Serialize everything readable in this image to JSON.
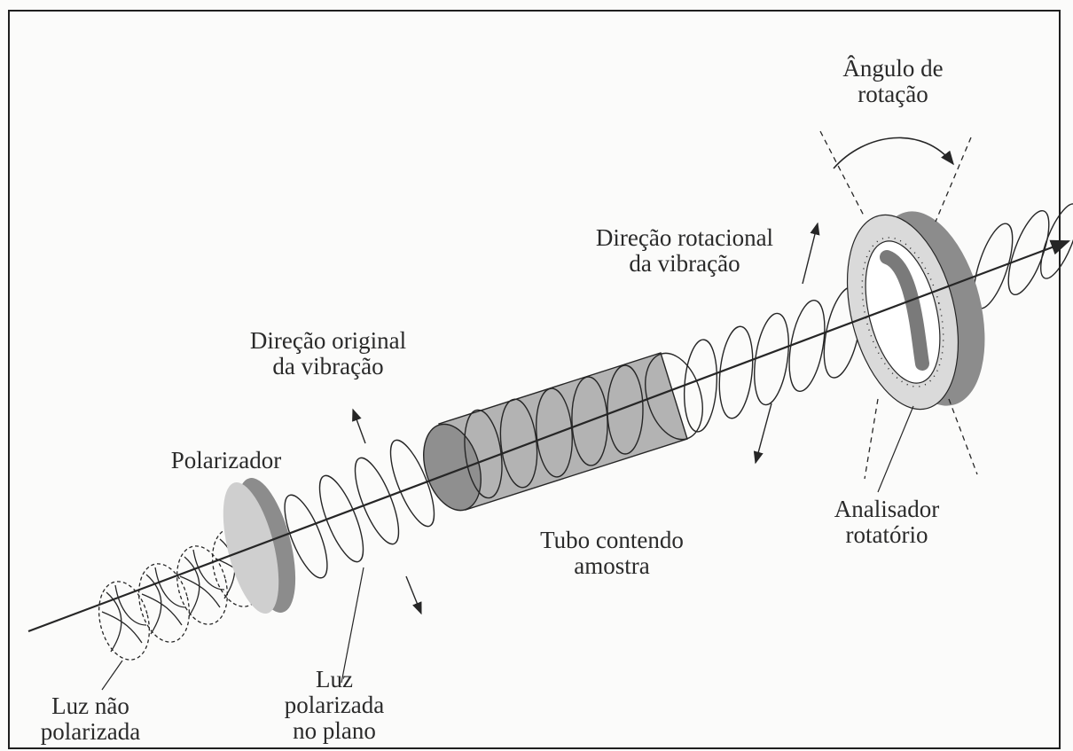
{
  "labels": {
    "angle": "Ângulo de\nrotação",
    "rot_direction": "Direção rotacional\nda vibração",
    "orig_direction": "Direção original\nda vibração",
    "polarizer": "Polarizador",
    "tube": "Tubo contendo\namostra",
    "analyzer": "Analisador\nrotatório",
    "unpolarized": "Luz não\npolarizada",
    "plane_polarized": "Luz\npolarizada\nno plano"
  },
  "colors": {
    "ink": "#262626",
    "tube_fill": "#a9a9a9",
    "disc_fill": "#c8c8c8",
    "disc_edge": "#8c8c8c",
    "analyzer_ring": "#dcdcdc"
  },
  "icons": [
    "arrow-icon",
    "rotation-arc-icon"
  ]
}
